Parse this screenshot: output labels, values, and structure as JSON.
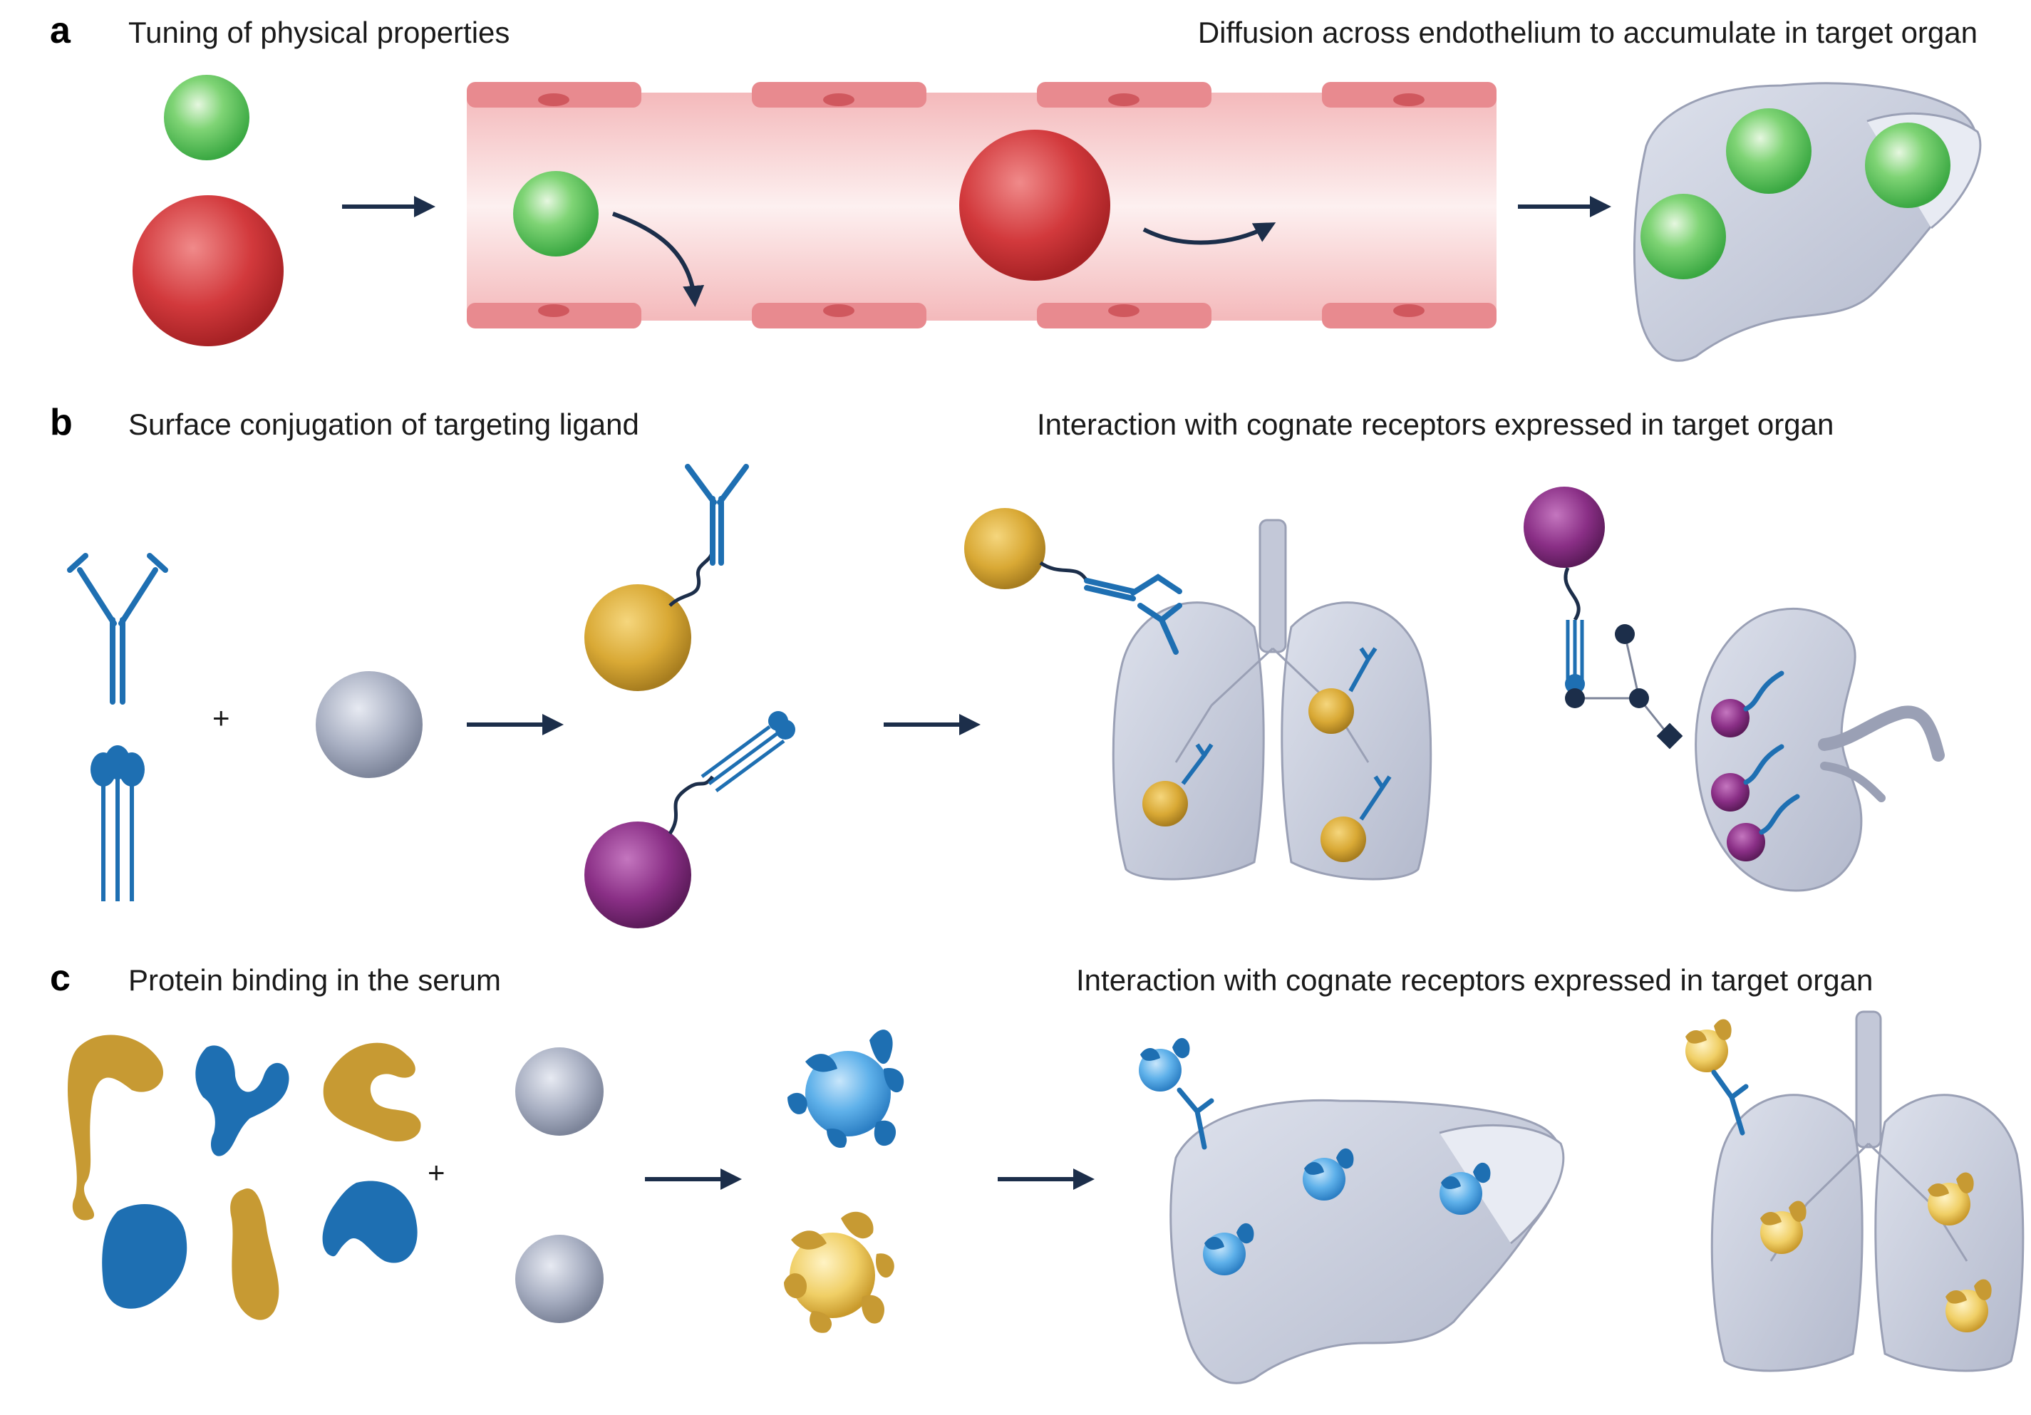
{
  "panels": [
    {
      "letter": "a",
      "left_caption": "Tuning of physical properties",
      "right_caption": "Diffusion across endothelium to accumulate in target organ"
    },
    {
      "letter": "b",
      "left_caption": "Surface conjugation of targeting ligand",
      "right_caption": "Interaction with cognate receptors expressed in target organ"
    },
    {
      "letter": "c",
      "left_caption": "Protein binding in the serum",
      "right_caption": "Interaction with cognate receptors expressed in target organ"
    }
  ],
  "symbols": {
    "plus": "+"
  },
  "colors": {
    "green_particle": "#5cc35a",
    "red_particle": "#d2393c",
    "gold_particle": "#d9a935",
    "purple_particle": "#8a2f86",
    "grey_particle": "#9aa2b6",
    "receptor_blue": "#1e6fb2",
    "organ_grey": "#c3c8d8",
    "vessel_pink": "#f7d3d4",
    "endothelium": "#e88a8f",
    "protein_gold": "#c79a33",
    "arrow_navy": "#1c2e4a"
  },
  "icons": [
    "liver-icon",
    "lung-icon",
    "kidney-icon",
    "antibody-icon",
    "ligand-icon",
    "protein-corona-icon",
    "blood-vessel-icon",
    "glycan-icon"
  ]
}
